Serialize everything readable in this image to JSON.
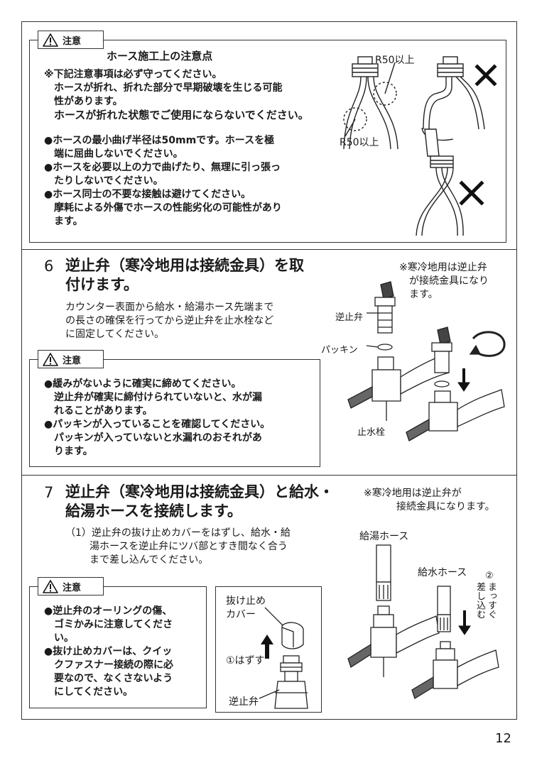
{
  "caution_label": "注意",
  "hose": {
    "title": "ホース施工上の注意点",
    "note_lines": [
      "※下記注意事項は必ず守ってください。",
      "ホースが折れ、折れた部分で早期破壊を生じる可能",
      "性があります。"
    ],
    "note_bold": "ホースが折れた状態でご使用にならないでください。",
    "bullets": [
      [
        "●ホースの最小曲げ半径は50mmです。ホースを極",
        "端に屈曲しないでください。"
      ],
      [
        "●ホースを必要以上の力で曲げたり、無理に引っ張っ",
        "たりしないでください。"
      ],
      [
        "●ホース同士の不要な接触は避けてください。",
        "摩耗による外傷でホースの性能劣化の可能性があり",
        "ます。"
      ]
    ],
    "r50_top": "R50以上",
    "r50_bottom": "R50以上"
  },
  "step6": {
    "number": "6",
    "title_line1": "逆止弁（寒冷地用は接続金具）を取",
    "title_line2": "付けます。",
    "body": [
      "カウンター表面から給水・給湯ホース先端まで",
      "の長さの確保を行ってから逆止弁を止水栓など",
      "に固定してください。"
    ],
    "side_note": [
      "※寒冷地用は逆止弁",
      "が接続金具になり",
      "ます。"
    ],
    "caution_lines": [
      {
        "text": "●緩みがないように確実に締めてください。",
        "indent": false
      },
      {
        "text": "逆止弁が確実に締付けられていないと、水が漏",
        "indent": true
      },
      {
        "text": "れることがあります。",
        "indent": true
      },
      {
        "text": "●パッキンが入っていることを確認してください。",
        "indent": false
      },
      {
        "text": "パッキンが入っていないと水漏れのおそれがあ",
        "indent": true
      },
      {
        "text": "ります。",
        "indent": true
      }
    ],
    "label_check_valve": "逆止弁",
    "label_packing": "パッキン",
    "label_stop_valve": "止水栓"
  },
  "step7": {
    "number": "7",
    "title_line1": "逆止弁（寒冷地用は接続金具）と給水・",
    "title_line2": "給湯ホースを接続します。",
    "side_note": [
      "※寒冷地用は逆止弁が",
      "接続金具になります。"
    ],
    "sub_lines": [
      "（1）逆止弁の抜け止めカバーをはずし、給水・給",
      "湯ホースを逆止弁にツバ部とすき間なく合う",
      "まで差し込んでください。"
    ],
    "caution_lines": [
      {
        "text": "●逆止弁のオーリングの傷、",
        "indent": false
      },
      {
        "text": "ゴミかみに注意してくださ",
        "indent": true
      },
      {
        "text": "い。",
        "indent": true
      },
      {
        "text": "●抜け止めカバーは、クイッ",
        "indent": false
      },
      {
        "text": "クファスナー接続の際に必",
        "indent": true
      },
      {
        "text": "要なので、なくさないよう",
        "indent": true
      },
      {
        "text": "にしてください。",
        "indent": true
      }
    ],
    "cover_label_1": "抜け止め",
    "cover_label_2": "カバー",
    "remove_label": "①はずす",
    "check_valve_label": "逆止弁",
    "hot_hose_label": "給湯ホース",
    "cold_hose_label": "給水ホース",
    "insert_num": "②",
    "insert_col1": "まっすぐ",
    "insert_col2": "差し込む"
  },
  "page_number": "12"
}
